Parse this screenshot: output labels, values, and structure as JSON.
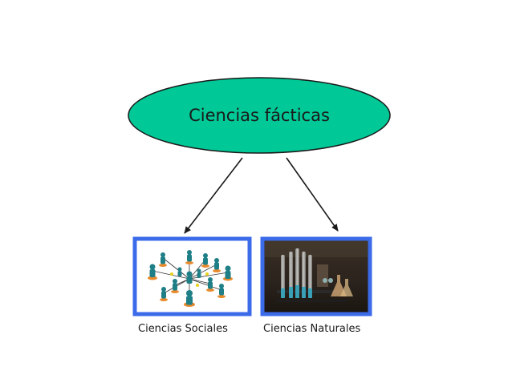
{
  "diagram": {
    "root": {
      "label": "Ciencias fácticas",
      "fill": "#00c896",
      "stroke": "#1a1a1a"
    },
    "children": [
      {
        "label": "Ciencias Sociales",
        "image": "network-people-illustration"
      },
      {
        "label": "Ciencias Naturales",
        "image": "laboratory-glassware-photo"
      }
    ],
    "frame_color": "#3b6be8"
  }
}
